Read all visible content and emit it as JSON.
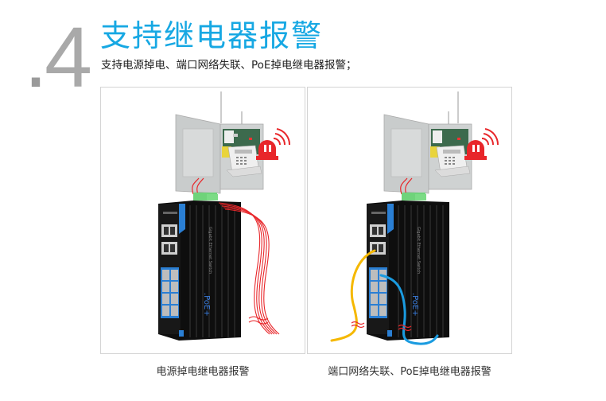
{
  "header": {
    "section_number": "4",
    "section_dot": ".",
    "title": "支持继电器报警",
    "subtitle": "支持电源掉电、端口网络失联、PoE掉电继电器报警；"
  },
  "panels": [
    {
      "caption": "电源掉电继电器报警",
      "device_label": "Gigabit Ethernet Switch",
      "poe_label": ".PoE+",
      "cable_type": "power",
      "cable_color": "#e8262a"
    },
    {
      "caption": "端口网络失联、PoE掉电继电器报警",
      "device_label": "Gigabit Ethernet Switch",
      "poe_label": ".PoE+",
      "cable_type": "network",
      "cable_colors": [
        "#f5b800",
        "#1a9be0"
      ]
    }
  ],
  "colors": {
    "accent": "#17a8e3",
    "alarm": "#e8262a",
    "switch_body": "#141414",
    "switch_stripe": "#2a7fd4",
    "terminal": "#6fd37a"
  },
  "icons": {
    "alarm": "siren-icon",
    "panel": "alarm-control-panel-icon",
    "switch": "industrial-switch-icon"
  }
}
